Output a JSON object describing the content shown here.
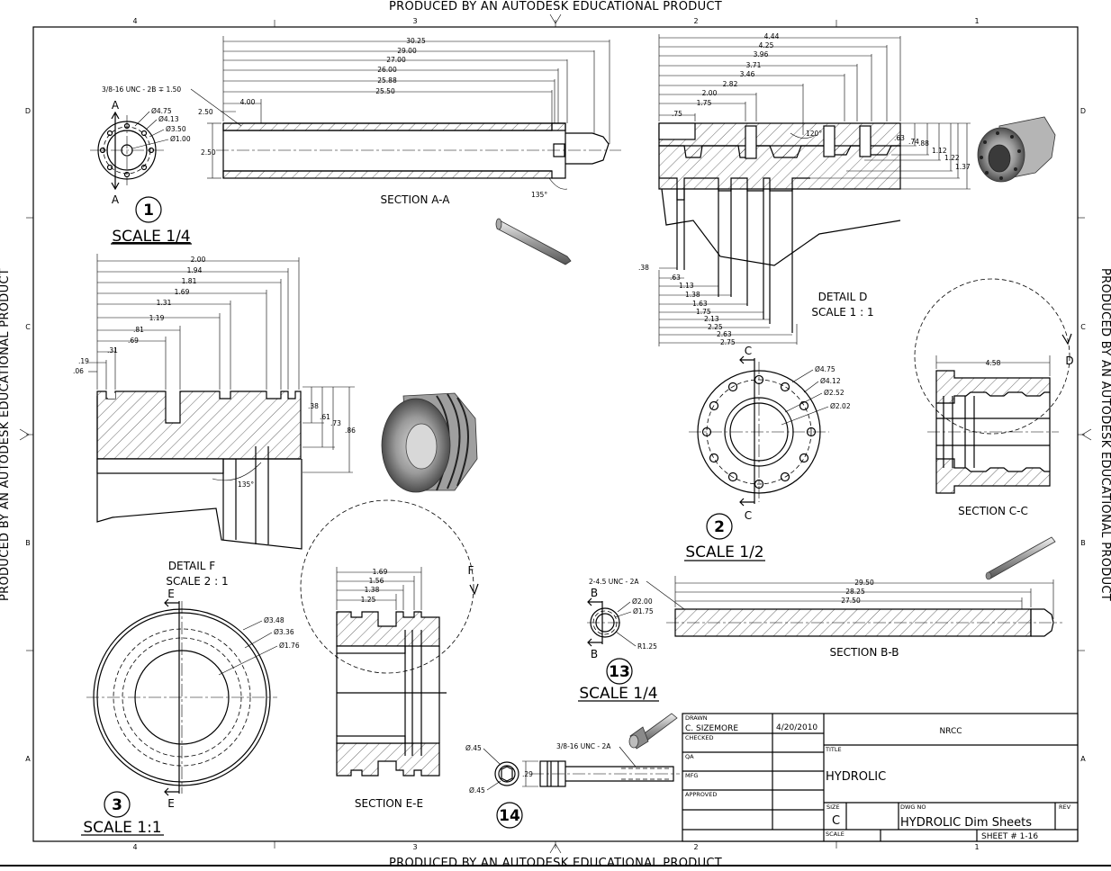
{
  "watermark": "PRODUCED BY AN AUTODESK EDUCATIONAL PRODUCT",
  "zones": {
    "columns": [
      "4",
      "3",
      "2",
      "1"
    ],
    "rows": [
      "D",
      "C",
      "B",
      "A"
    ]
  },
  "view1": {
    "callout": "1",
    "scale": "SCALE 1/4",
    "section_label": "SECTION A-A",
    "cut_letter": "A",
    "thread_note": "3/8-16 UNC - 2B ∓ 1.50",
    "circle_dims": [
      "Ø4.75",
      "Ø4.13",
      "Ø3.50",
      "Ø1.00"
    ],
    "length_dims": [
      "30.25",
      "29.00",
      "27.00",
      "26.00",
      "25.88",
      "25.50",
      "4.00"
    ],
    "side_dims": [
      "2.50",
      "2.50"
    ],
    "angle": "135°"
  },
  "detailD": {
    "title": "DETAIL  D",
    "scale": "SCALE 1 : 1",
    "top_dims": [
      "4.44",
      "4.25",
      "3.96",
      "3.71",
      "3.46",
      "2.82",
      "2.00",
      "1.75",
      ".75"
    ],
    "angle": "120°",
    "right_dims": [
      ".63",
      ".74",
      ".88",
      "1.12",
      "1.22",
      "1.37"
    ],
    "bottom_dims": [
      ".38",
      ".63",
      "1.13",
      "1.38",
      "1.63",
      "1.75",
      "2.13",
      "2.25",
      "2.63",
      "2.75"
    ]
  },
  "detailF": {
    "title": "DETAIL  F",
    "scale": "SCALE 2 : 1",
    "top_dims": [
      "2.00",
      "1.94",
      "1.81",
      "1.69",
      "1.31",
      "1.19",
      ".81",
      ".69",
      ".31",
      ".19",
      ".06"
    ],
    "right_dims": [
      ".38",
      ".61",
      ".73",
      ".86"
    ],
    "angle": "135°"
  },
  "view2": {
    "callout": "2",
    "scale": "SCALE 1/2",
    "cut_letter": "C",
    "circle_dims": [
      "Ø4.75",
      "Ø4.12",
      "Ø2.52",
      "Ø2.02"
    ]
  },
  "sectionCC": {
    "label": "SECTION C-C",
    "dim": "4.58",
    "detail_letter": "D"
  },
  "view3": {
    "callout": "3",
    "scale": "SCALE 1:1",
    "cut_letter": "E",
    "circle_dims": [
      "Ø3.48",
      "Ø3.36",
      "Ø1.76"
    ]
  },
  "sectionEE": {
    "label": "SECTION E-E",
    "dims": [
      "1.69",
      "1.56",
      "1.38",
      "1.25"
    ],
    "detail_letter": "F"
  },
  "view13": {
    "callout": "13",
    "scale": "SCALE 1/4",
    "cut_letter": "B",
    "thread_note": "2-4.5 UNC - 2A",
    "circle_dims": [
      "Ø2.00",
      "Ø1.75"
    ],
    "radius": "R1.25"
  },
  "sectionBB": {
    "label": "SECTION B-B",
    "dims": [
      "29.50",
      "28.25",
      "27.50"
    ]
  },
  "view14": {
    "callout": "14",
    "thread_note": "3/8-16 UNC - 2A",
    "dims": [
      "Ø.45",
      "Ø.45",
      ".29"
    ]
  },
  "titleblock": {
    "drawn_label": "DRAWN",
    "drawn_by": "C. SIZEMORE",
    "date": "4/20/2010",
    "checked_label": "CHECKED",
    "qa_label": "QA",
    "mfg_label": "MFG",
    "approved_label": "APPROVED",
    "company": "NRCC",
    "title_label": "TITLE",
    "title": "HYDROLIC",
    "size_label": "SIZE",
    "size": "C",
    "dwg_label": "DWG NO",
    "dwg_no": "HYDROLIC Dim Sheets",
    "rev_label": "REV",
    "scale_label": "SCALE",
    "sheet": "SHEET #  1-16"
  }
}
